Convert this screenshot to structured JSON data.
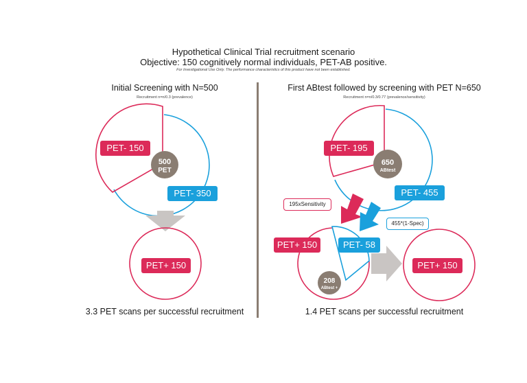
{
  "header": {
    "title": "Hypothetical Clinical Trial recruitment scenario",
    "objective": "Objective: 150 cognitively normal individuals, PET-AB positive.",
    "disclaimer": "For Investigational Use Only. The performance characteristics of this product have not been established."
  },
  "left": {
    "title": "Initial Screening with N=500",
    "subtitle": "Recruitment n=n/0.3 (prevalence)",
    "pet_negative": "PET- 150",
    "pet_positive_pool": "PET- 350",
    "center_line1": "500",
    "center_line2": "PET",
    "result": "PET+ 150",
    "footer": "3.3 PET scans per successful recruitment"
  },
  "right": {
    "title": "First ABtest followed by screening with PET N=650",
    "subtitle": "Recruitment n=n/0.3/0.77 (prevalence/sensitivity)",
    "top_red": "PET- 195",
    "top_blue": "PET- 455",
    "center_line1": "650",
    "center_line2": "ABtest",
    "sensitivity_note": "195xSensitivity",
    "spec_note": "455*(1-Spec)",
    "mid_red": "PET+ 150",
    "mid_blue": "PET- 58",
    "mid_center_line1": "208",
    "mid_center_line2": "ABtest +",
    "result": "PET+ 150",
    "footer": "1.4 PET scans per successful recruitment"
  },
  "colors": {
    "red": "#dc2a59",
    "blue": "#1aa0dc",
    "brown": "#8a7d72",
    "gray_arrow": "#c9c5c3"
  }
}
